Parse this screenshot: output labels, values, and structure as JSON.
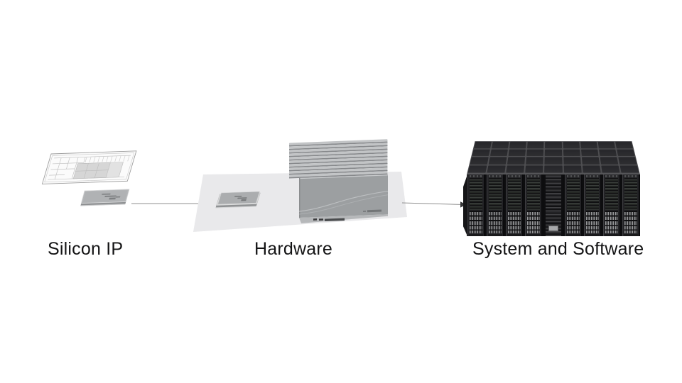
{
  "labels": {
    "silicon_ip": "Silicon IP",
    "hardware": "Hardware",
    "system_software": "System and Software"
  },
  "flow": {
    "arrows": [
      {
        "from": "Silicon IP",
        "to": "Hardware"
      },
      {
        "from": "Hardware",
        "to": "System and Software"
      }
    ]
  },
  "colors": {
    "background": "#ffffff",
    "text": "#141415",
    "arrow_line": "#8f8f8f",
    "arrow_head": "#39393b",
    "board_fill": "#e9e9eb",
    "die_fill": "#fbfbfb",
    "die_outline": "#9b9b9b",
    "die_grid": "#c2c2c2",
    "die_block": "#d6d6d6",
    "chip_top": "#b4b6b8",
    "chip_side": "#8f9193",
    "chip_mark": "#7e8082",
    "card_body": "#9c9fa1",
    "card_fin": "#c2c4c6",
    "card_fin_gap": "#86888b",
    "card_wave": "#c0c2c4",
    "card_pcb": "#b6b8ba",
    "rack_body": "#232326",
    "rack_gap": "#4e4e51",
    "rack_tile": "#2e2e31",
    "rack_side": "#161618",
    "rack_panel_light": "#a7a8aa"
  },
  "illustration": {
    "rack": {
      "front_columns": 9,
      "ladder_column_index": 4,
      "top_rows": 4,
      "top_columns": 9
    },
    "card": {
      "fin_count": 10
    }
  }
}
